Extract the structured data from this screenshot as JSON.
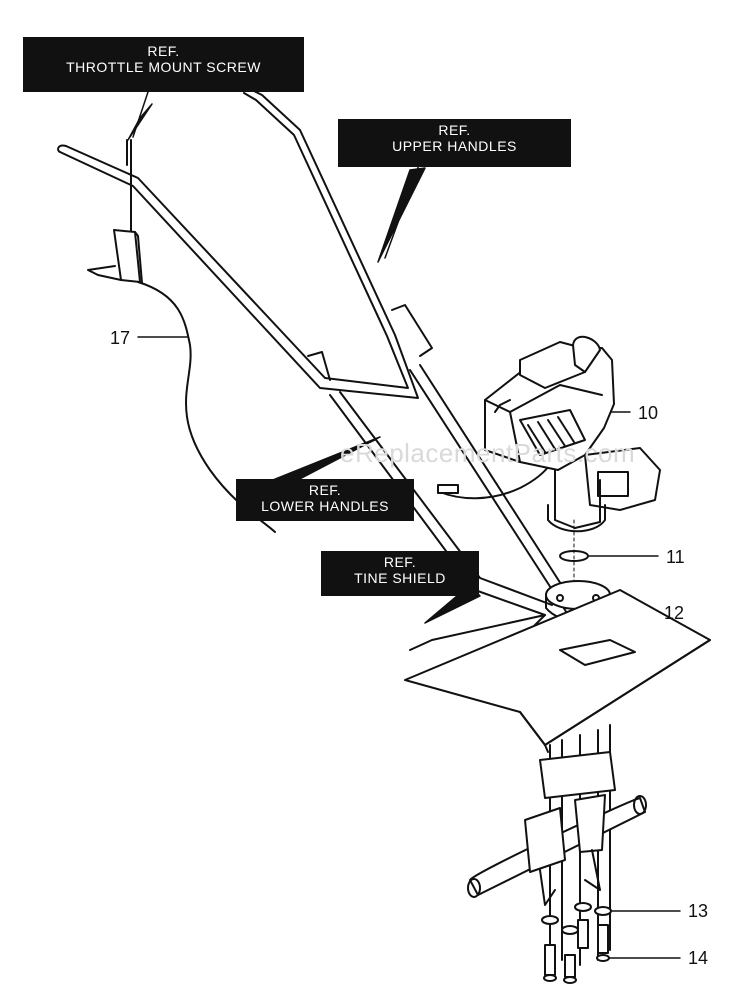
{
  "labels": {
    "throttle_mount_screw": {
      "line1": "REF.",
      "line2": "THROTTLE MOUNT SCREW"
    },
    "upper_handles": {
      "line1": "REF.",
      "line2": "UPPER HANDLES"
    },
    "lower_handles": {
      "line1": "REF.",
      "line2": "LOWER HANDLES"
    },
    "tine_shield": {
      "line1": "REF.",
      "line2": "TINE SHIELD"
    }
  },
  "callouts": {
    "n10": "10",
    "n11": "11",
    "n12": "12",
    "n13": "13",
    "n14": "14",
    "n17": "17"
  },
  "watermark": "eReplacementParts.com"
}
